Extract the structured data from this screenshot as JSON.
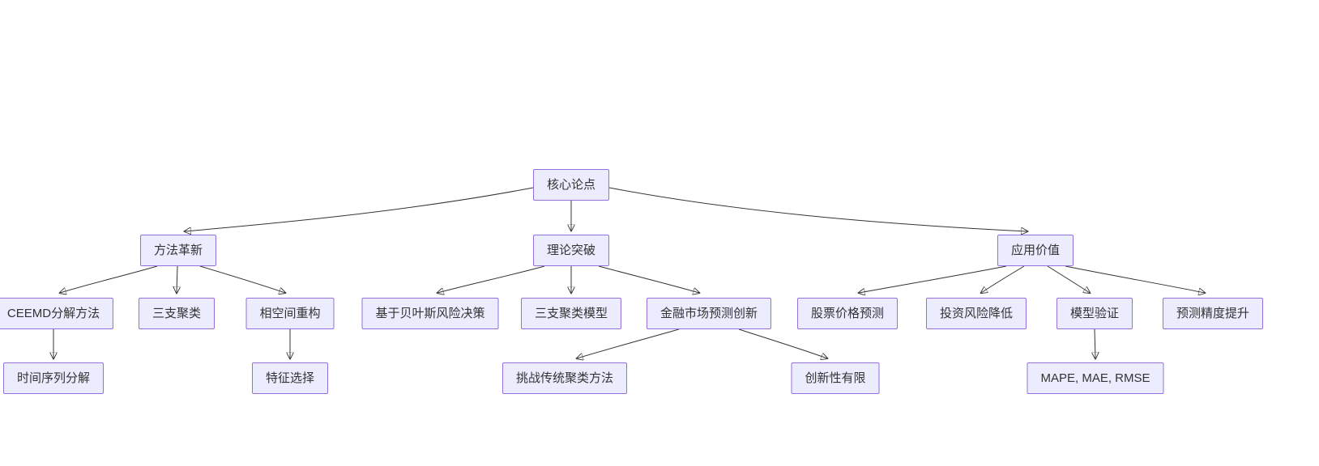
{
  "diagram": {
    "type": "flowchart-tree",
    "colors": {
      "background": "#FFFFFF",
      "node_fill": "#ECECFF",
      "node_border": "#9370DB",
      "node_text": "#333333",
      "edge": "#333333"
    },
    "nodes": {
      "root": {
        "label": "核心论点"
      },
      "method": {
        "label": "方法革新"
      },
      "theory": {
        "label": "理论突破"
      },
      "application": {
        "label": "应用价值"
      },
      "ceemd": {
        "label": "CEEMD分解方法"
      },
      "three_way_clustering": {
        "label": "三支聚类"
      },
      "phase_space": {
        "label": "相空间重构"
      },
      "bayes_risk": {
        "label": "基于贝叶斯风险决策"
      },
      "three_way_model": {
        "label": "三支聚类模型"
      },
      "market_innovation": {
        "label": "金融市场预测创新"
      },
      "stock_prediction": {
        "label": "股票价格预测"
      },
      "risk_reduction": {
        "label": "投资风险降低"
      },
      "model_validation": {
        "label": "模型验证"
      },
      "accuracy_improvement": {
        "label": "预测精度提升"
      },
      "time_series_decomposition": {
        "label": "时间序列分解"
      },
      "feature_selection": {
        "label": "特征选择"
      },
      "challenge_traditional": {
        "label": "挑战传统聚类方法"
      },
      "limited_innovation": {
        "label": "创新性有限"
      },
      "evaluation_metrics": {
        "label": "MAPE, MAE, RMSE"
      }
    },
    "edges": [
      {
        "from": "root",
        "to": "method"
      },
      {
        "from": "root",
        "to": "theory"
      },
      {
        "from": "root",
        "to": "application"
      },
      {
        "from": "method",
        "to": "ceemd"
      },
      {
        "from": "method",
        "to": "three_way_clustering"
      },
      {
        "from": "method",
        "to": "phase_space"
      },
      {
        "from": "ceemd",
        "to": "time_series_decomposition"
      },
      {
        "from": "phase_space",
        "to": "feature_selection"
      },
      {
        "from": "theory",
        "to": "bayes_risk"
      },
      {
        "from": "theory",
        "to": "three_way_model"
      },
      {
        "from": "theory",
        "to": "market_innovation"
      },
      {
        "from": "market_innovation",
        "to": "challenge_traditional"
      },
      {
        "from": "market_innovation",
        "to": "limited_innovation"
      },
      {
        "from": "application",
        "to": "stock_prediction"
      },
      {
        "from": "application",
        "to": "risk_reduction"
      },
      {
        "from": "application",
        "to": "model_validation"
      },
      {
        "from": "application",
        "to": "accuracy_improvement"
      },
      {
        "from": "model_validation",
        "to": "evaluation_metrics"
      }
    ]
  }
}
